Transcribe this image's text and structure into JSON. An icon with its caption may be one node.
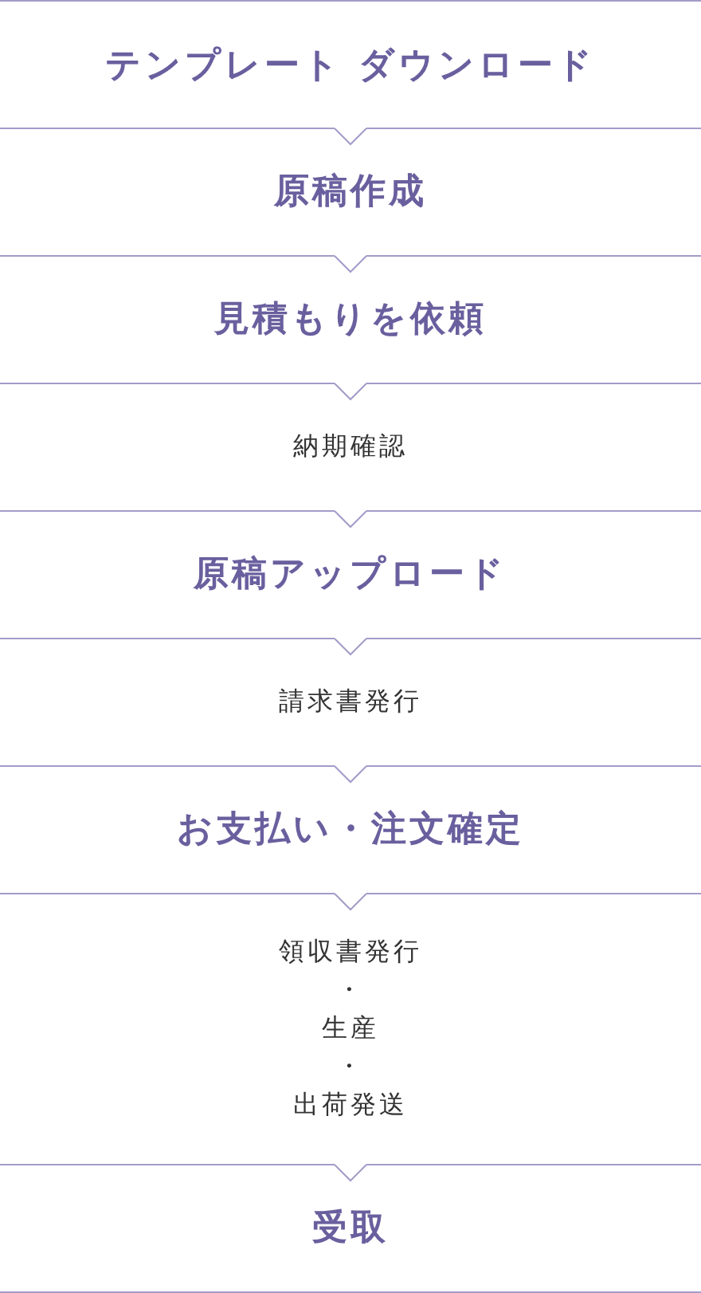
{
  "diagram": {
    "nodes": [
      {
        "text": [
          "テンプレート ダウンロード"
        ]
      },
      {
        "text": [
          "原稿作成"
        ]
      },
      {
        "text": [
          "見積もりを依頼"
        ]
      },
      {
        "text": [
          "納期確認"
        ]
      },
      {
        "text": [
          "原稿アップロード"
        ]
      },
      {
        "text": [
          "請求書発行"
        ]
      },
      {
        "text": [
          "お支払い・注文確定"
        ]
      },
      {
        "text": [
          "領収書発行",
          "・",
          "生産",
          "・",
          "出荷発送"
        ]
      },
      {
        "text": [
          "受取"
        ]
      }
    ],
    "edges": [
      {
        "from": 0,
        "to": 1,
        "arrow": "to"
      },
      {
        "from": 1,
        "to": 2,
        "arrow": "to"
      },
      {
        "from": 2,
        "to": 3,
        "arrow": "to"
      },
      {
        "from": 3,
        "to": 4,
        "arrow": "to"
      },
      {
        "from": 4,
        "to": 5,
        "arrow": "to"
      },
      {
        "from": 5,
        "to": 6,
        "arrow": "to"
      },
      {
        "from": 6,
        "to": 7,
        "arrow": "to"
      },
      {
        "from": 7,
        "to": 8,
        "arrow": "to"
      }
    ]
  }
}
